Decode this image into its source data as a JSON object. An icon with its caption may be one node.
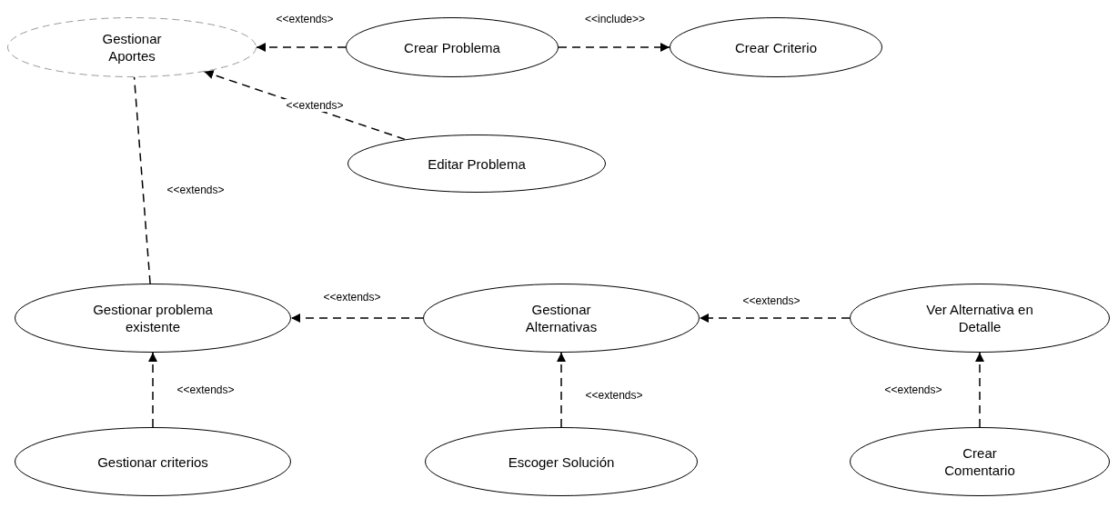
{
  "diagram": {
    "nodes": [
      {
        "text": [
          "Gestionar Aportes"
        ]
      },
      {
        "text": [
          "Crear Problema"
        ]
      },
      {
        "text": [
          "Crear Criterio"
        ]
      },
      {
        "text": [
          "Editar Problema"
        ]
      },
      {
        "text": [
          "Gestionar problema existente"
        ]
      },
      {
        "text": [
          "Gestionar Alternativas"
        ]
      },
      {
        "text": [
          "Ver Alternativa en Detalle"
        ]
      },
      {
        "text": [
          "Gestionar criterios"
        ]
      },
      {
        "text": [
          "Escoger Solución"
        ]
      },
      {
        "text": [
          "Crear Comentario"
        ]
      }
    ],
    "edges": [
      {
        "from": 1,
        "to": 0,
        "arrow": "to",
        "label": "<<extends>",
        "style": "dashed"
      },
      {
        "from": 1,
        "to": 2,
        "arrow": "to",
        "label": "<<include>>",
        "style": "dashed"
      },
      {
        "from": 3,
        "to": 0,
        "arrow": "to",
        "label": "<<extends>",
        "style": "dashed"
      },
      {
        "from": 4,
        "to": 0,
        "arrow": "none",
        "label": "<<extends>",
        "style": "dashed"
      },
      {
        "from": 5,
        "to": 4,
        "arrow": "to",
        "label": "<<extends>",
        "style": "dashed"
      },
      {
        "from": 6,
        "to": 5,
        "arrow": "to",
        "label": "<<extends>",
        "style": "dashed"
      },
      {
        "from": 7,
        "to": 4,
        "arrow": "to",
        "label": "<<extends>",
        "style": "dashed"
      },
      {
        "from": 8,
        "to": 5,
        "arrow": "to",
        "label": "<<extends>",
        "style": "dashed"
      },
      {
        "from": 9,
        "to": 6,
        "arrow": "to",
        "label": "<<extends>",
        "style": "dashed"
      }
    ]
  }
}
